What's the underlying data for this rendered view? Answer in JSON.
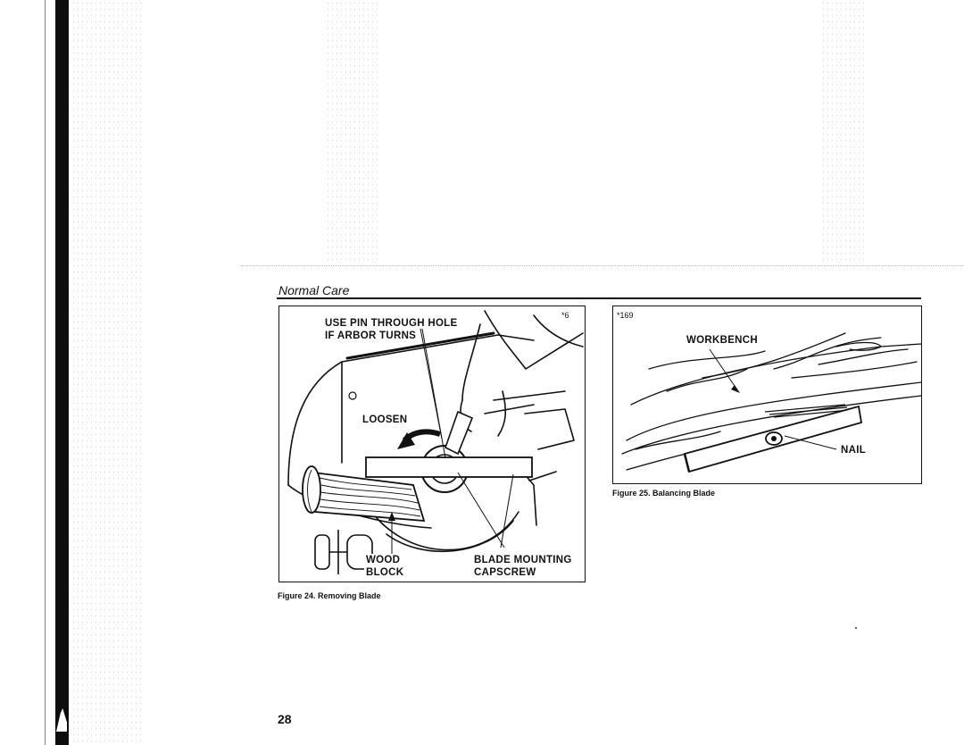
{
  "page": {
    "section_title": "Normal Care",
    "page_number": "28"
  },
  "figure24": {
    "code": "*6",
    "label_pin": "USE PIN THROUGH HOLE",
    "label_pin2": "IF ARBOR TURNS",
    "label_loosen": "LOOSEN",
    "label_wood": "WOOD",
    "label_block": "BLOCK",
    "label_blade": "BLADE MOUNTING",
    "label_capscrew": "CAPSCREW",
    "caption": "Figure 24. Removing Blade"
  },
  "figure25": {
    "code": "*169",
    "label_workbench": "WORKBENCH",
    "label_nail": "NAIL",
    "caption": "Figure 25. Balancing Blade"
  }
}
